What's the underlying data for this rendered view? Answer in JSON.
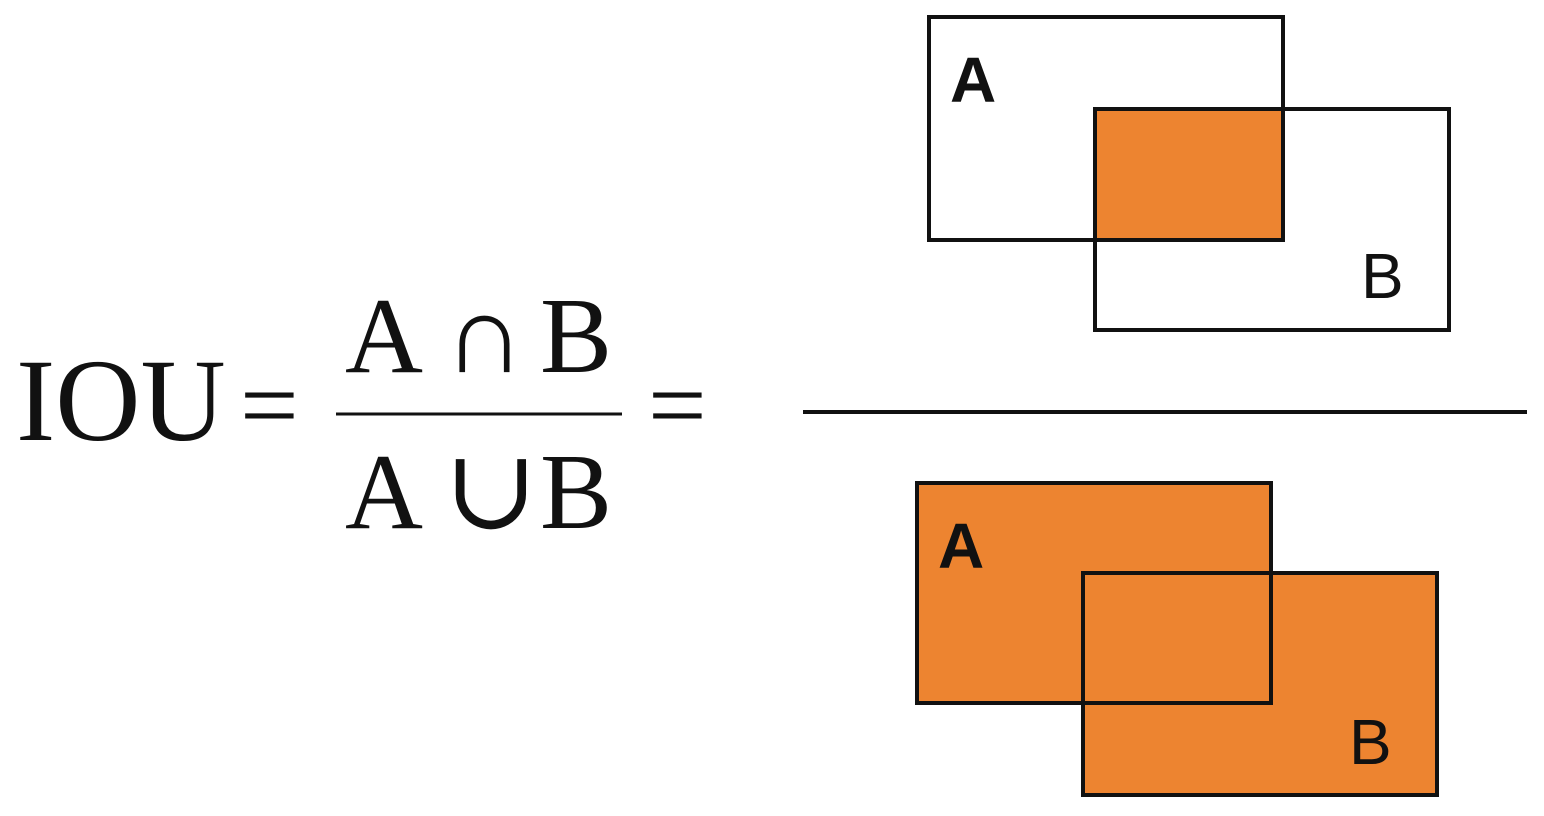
{
  "formula": {
    "lhs": "IOU",
    "equals": "=",
    "numerator": {
      "left": "A",
      "operator": "∩",
      "right": "B"
    },
    "denominator": {
      "left": "A",
      "operator": "∪",
      "right": "B"
    }
  },
  "illustration": {
    "numerator_diagram": {
      "label_a": "A",
      "label_b": "B",
      "highlighted_region": "intersection"
    },
    "denominator_diagram": {
      "label_a": "A",
      "label_b": "B",
      "highlighted_region": "union"
    }
  },
  "colors": {
    "highlight": "#ED8430",
    "stroke": "#111111",
    "background": "#ffffff"
  }
}
